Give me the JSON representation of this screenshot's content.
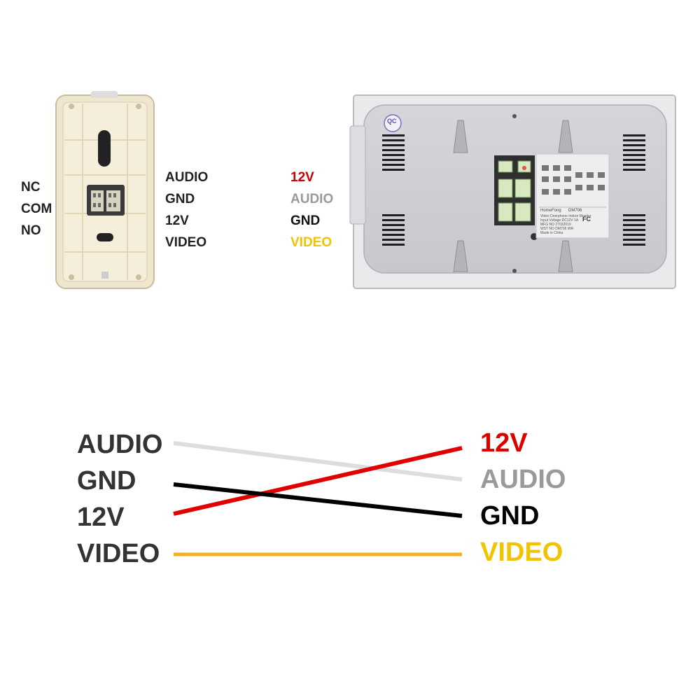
{
  "outdoor_unit": {
    "relay_labels": [
      "NC",
      "COM",
      "NO"
    ],
    "wire_labels": [
      "AUDIO",
      "GND",
      "12V",
      "VIDEO"
    ]
  },
  "indoor_monitor": {
    "wire_labels": [
      {
        "text": "12V",
        "color": "#cc0000"
      },
      {
        "text": "AUDIO",
        "color": "#9a9a9a"
      },
      {
        "text": "GND",
        "color": "#111111"
      },
      {
        "text": "VIDEO",
        "color": "#f0c400"
      }
    ],
    "qc_sticker": "QC",
    "spec_label": {
      "brand": "HomeFong",
      "model": "DM706",
      "lines": [
        "Video Doorphone Indoor Monitor",
        "Input Voltage:DC12V 1A",
        "MFG NO 27032019",
        "WST NO DM706 WR",
        "Made in China"
      ],
      "fcc": "FC"
    }
  },
  "wiring": {
    "left_labels": [
      "AUDIO",
      "GND",
      "12V",
      "VIDEO"
    ],
    "left_color": "#333333",
    "right_labels": [
      {
        "text": "12V",
        "color": "#dd0000"
      },
      {
        "text": "AUDIO",
        "color": "#9a9a9a"
      },
      {
        "text": "GND",
        "color": "#000000"
      },
      {
        "text": "VIDEO",
        "color": "#f0c400"
      }
    ],
    "connections": [
      {
        "from": "AUDIO",
        "to": "AUDIO",
        "color": "#dddddd"
      },
      {
        "from": "GND",
        "to": "GND",
        "color": "#000000"
      },
      {
        "from": "12V",
        "to": "12V",
        "color": "#e00000"
      },
      {
        "from": "VIDEO",
        "to": "VIDEO",
        "color": "#f0b020"
      }
    ]
  }
}
